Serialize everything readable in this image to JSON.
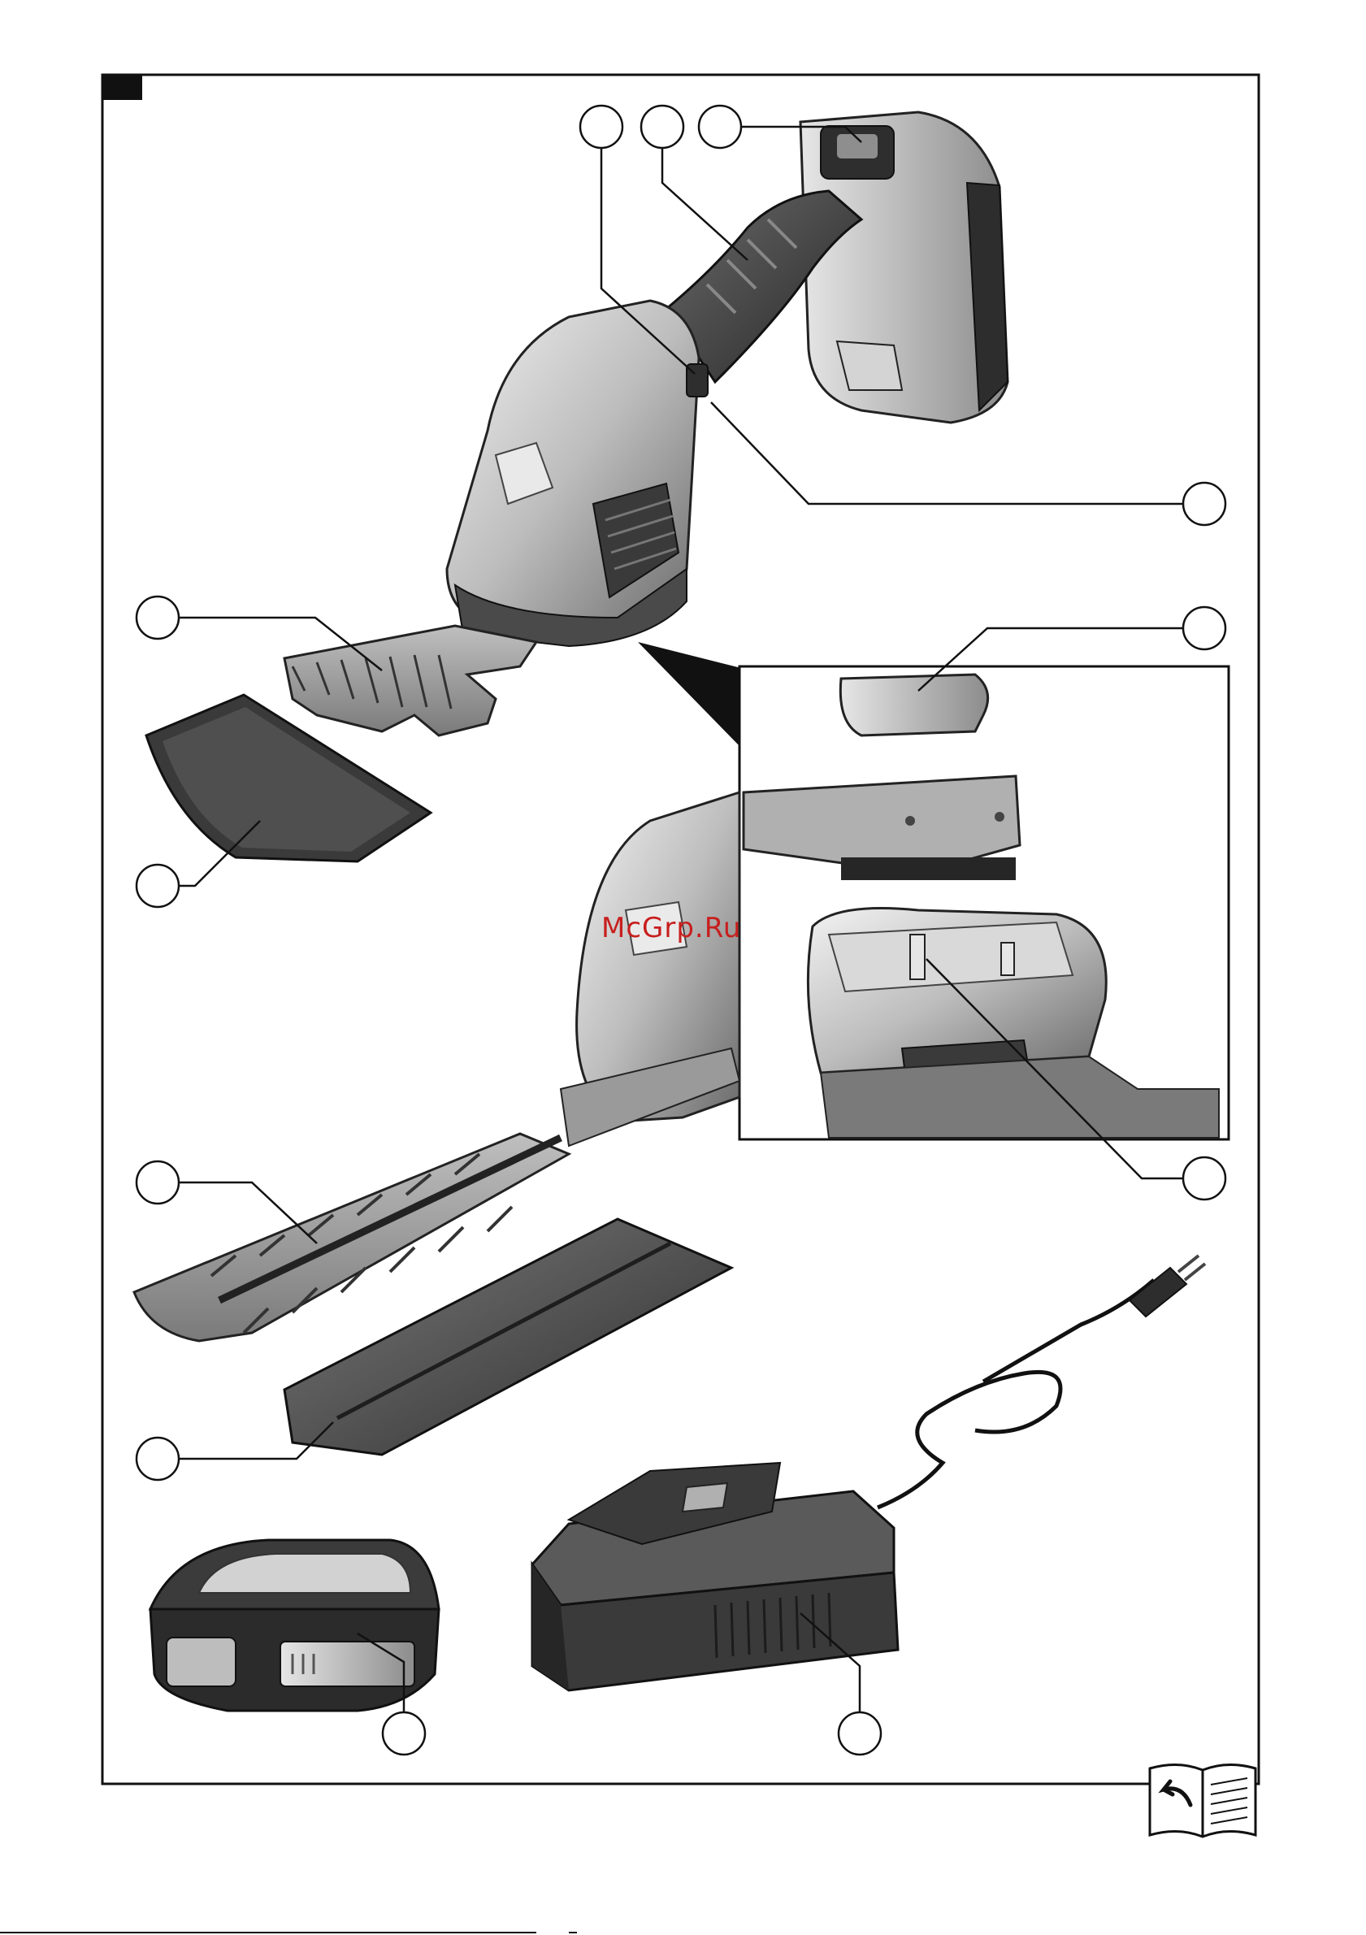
{
  "page": {
    "watermark": "McGrp.Ru"
  },
  "colors": {
    "frame": "#111111",
    "body_light": "#d9d9d9",
    "body_mid": "#a8a8a8",
    "body_dark": "#5a5a5a",
    "grip": "#3a3a3a",
    "watermark": "#c81e1e"
  },
  "components": [
    {
      "id": "power-switch"
    },
    {
      "id": "handle-grip"
    },
    {
      "id": "battery-release-button"
    },
    {
      "id": "safety-lock"
    },
    {
      "id": "grass-blade"
    },
    {
      "id": "blade-cover"
    },
    {
      "id": "blade-coupling-plate"
    },
    {
      "id": "drive-pin"
    },
    {
      "id": "shrub-blade"
    },
    {
      "id": "shrub-blade-guard"
    },
    {
      "id": "battery-pack"
    },
    {
      "id": "battery-charger"
    }
  ],
  "icons": {
    "manual": "open-book-with-return-arrow-icon"
  }
}
